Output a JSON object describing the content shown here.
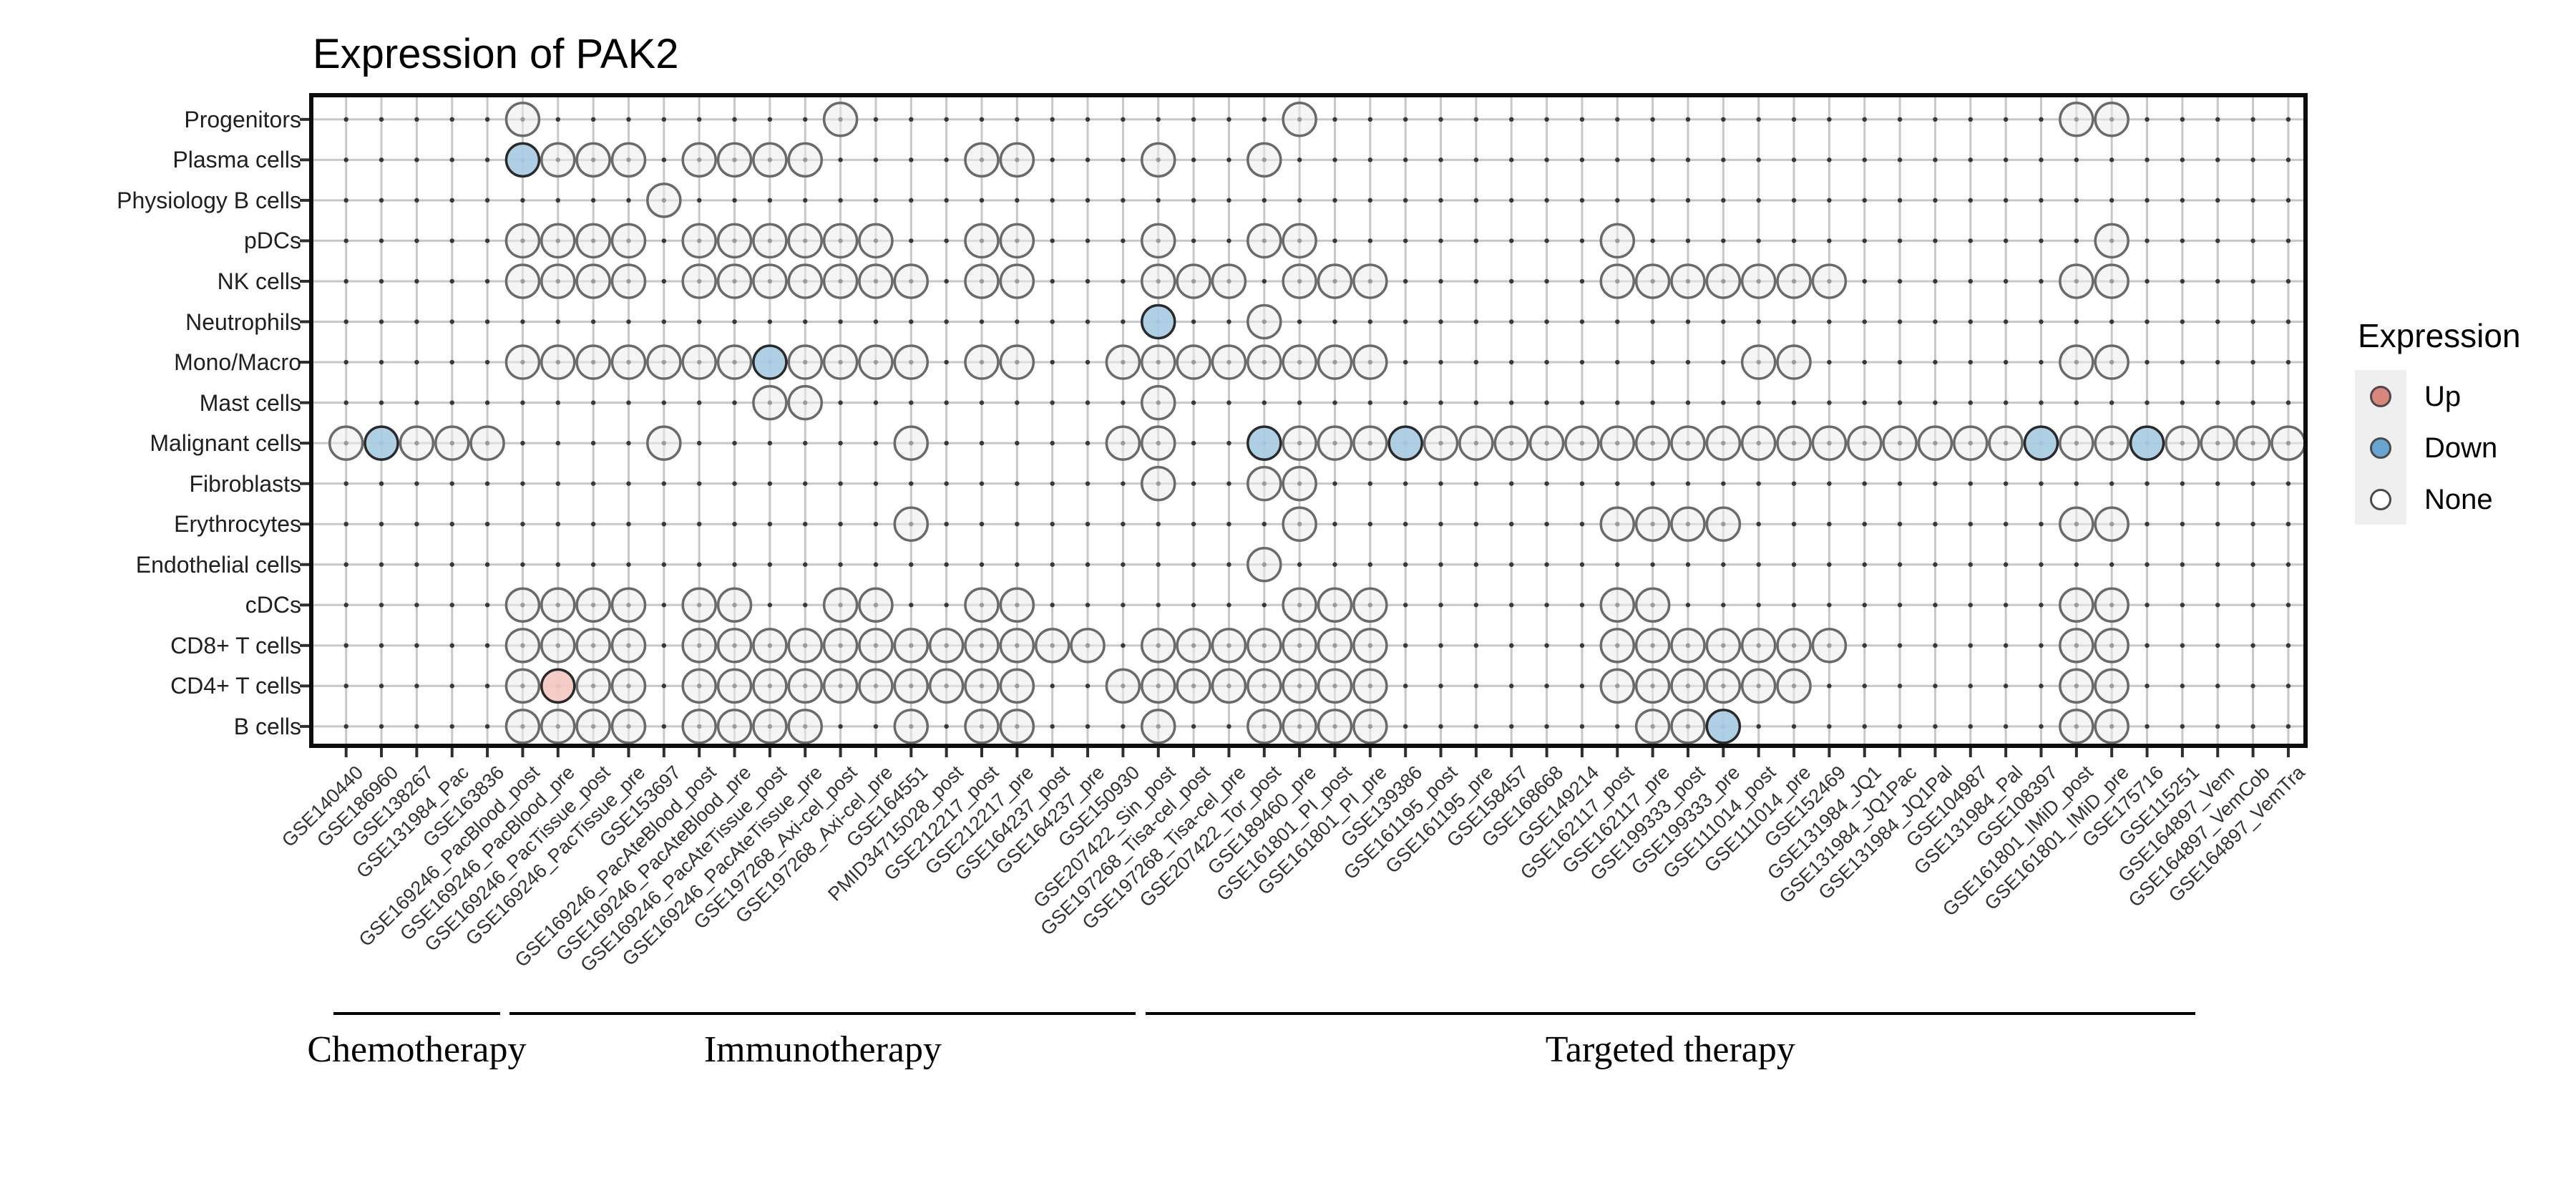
{
  "title": "Expression of PAK2",
  "legend": {
    "title": "Expression",
    "items": [
      {
        "label": "Up",
        "fill": "#d9867d"
      },
      {
        "label": "Down",
        "fill": "#68a5d1"
      },
      {
        "label": "None",
        "fill": "#ffffff"
      }
    ]
  },
  "colors": {
    "plot_up_fill": "#f5c9c3",
    "plot_down_fill": "#abcde3",
    "plot_none_fill": "#ededed",
    "open_stroke": "#6a6a6a",
    "flagged_stroke": "#2a2a2a",
    "grid_line": "#c8c8c8",
    "grid_dot": "#383838",
    "axis_border": "#0d0d0d",
    "tick": "#2f2f2f"
  },
  "chart_data": {
    "type": "dot-matrix",
    "title": "Expression of PAK2",
    "legend_position": "right",
    "x_label_rotation": -45,
    "cols": [
      "GSE140440",
      "GSE186960",
      "GSE138267",
      "GSE131984_Pac",
      "GSE163836",
      "GSE169246_PacBlood_post",
      "GSE169246_PacBlood_pre",
      "GSE169246_PacTissue_post",
      "GSE169246_PacTissue_pre",
      "GSE153697",
      "GSE169246_PacAteBlood_post",
      "GSE169246_PacAteBlood_pre",
      "GSE169246_PacAteTissue_post",
      "GSE169246_PacAteTissue_pre",
      "GSE197268_Axi-cel_post",
      "GSE197268_Axi-cel_pre",
      "GSE164551",
      "PMID34715028_post",
      "GSE212217_post",
      "GSE212217_pre",
      "GSE164237_post",
      "GSE164237_pre",
      "GSE150930",
      "GSE207422_Sin_post",
      "GSE197268_Tisa-cel_post",
      "GSE197268_Tisa-cel_pre",
      "GSE207422_Tor_post",
      "GSE189460_pre",
      "GSE161801_PI_post",
      "GSE161801_PI_pre",
      "GSE139386",
      "GSE161195_post",
      "GSE161195_pre",
      "GSE158457",
      "GSE168668",
      "GSE149214",
      "GSE162117_post",
      "GSE162117_pre",
      "GSE199333_post",
      "GSE199333_pre",
      "GSE111014_post",
      "GSE111014_pre",
      "GSE152469",
      "GSE131984_JQ1",
      "GSE131984_JQ1Pac",
      "GSE131984_JQ1Pal",
      "GSE104987",
      "GSE131984_Pal",
      "GSE108397",
      "GSE161801_IMiD_post",
      "GSE161801_IMiD_pre",
      "GSE175716",
      "GSE115251",
      "GSE164897_Vem",
      "GSE164897_VemCob",
      "GSE164897_VemTra"
    ],
    "groups": [
      {
        "label": "Chemotherapy",
        "start": 1,
        "end": 5
      },
      {
        "label": "Immunotherapy",
        "start": 6,
        "end": 23
      },
      {
        "label": "Targeted therapy",
        "start": 24,
        "end": 53
      }
    ],
    "rows": [
      {
        "label": "Progenitors",
        "up": [],
        "down": [],
        "none": [
          6,
          15,
          28,
          50,
          51
        ]
      },
      {
        "label": "Plasma cells",
        "up": [],
        "down": [
          6
        ],
        "none": [
          7,
          8,
          9,
          11,
          12,
          13,
          14,
          19,
          20,
          24,
          27
        ]
      },
      {
        "label": "Physiology B cells",
        "up": [],
        "down": [],
        "none": [
          10
        ]
      },
      {
        "label": "pDCs",
        "up": [],
        "down": [],
        "none": [
          6,
          7,
          8,
          9,
          11,
          12,
          13,
          14,
          15,
          16,
          19,
          20,
          24,
          27,
          28,
          37,
          51
        ]
      },
      {
        "label": "NK cells",
        "up": [],
        "down": [],
        "none": [
          6,
          7,
          8,
          9,
          11,
          12,
          13,
          14,
          15,
          16,
          17,
          19,
          20,
          24,
          25,
          26,
          28,
          29,
          30,
          37,
          38,
          39,
          40,
          41,
          42,
          43,
          50,
          51
        ]
      },
      {
        "label": "Neutrophils",
        "up": [],
        "down": [
          24
        ],
        "none": [
          27
        ]
      },
      {
        "label": "Mono/Macro",
        "up": [],
        "down": [
          13
        ],
        "none": [
          6,
          7,
          8,
          9,
          10,
          11,
          12,
          14,
          15,
          16,
          17,
          19,
          20,
          23,
          24,
          25,
          26,
          27,
          28,
          29,
          30,
          41,
          42,
          50,
          51
        ]
      },
      {
        "label": "Mast cells",
        "up": [],
        "down": [],
        "none": [
          13,
          14,
          24
        ]
      },
      {
        "label": "Malignant cells",
        "up": [],
        "down": [
          2,
          27,
          31,
          49,
          52
        ],
        "none": [
          1,
          3,
          4,
          5,
          10,
          17,
          23,
          24,
          28,
          29,
          30,
          32,
          33,
          34,
          35,
          36,
          37,
          38,
          39,
          40,
          41,
          42,
          43,
          44,
          45,
          46,
          47,
          48,
          50,
          51,
          53,
          54,
          55,
          56
        ]
      },
      {
        "label": "Fibroblasts",
        "up": [],
        "down": [],
        "none": [
          24,
          27,
          28
        ]
      },
      {
        "label": "Erythrocytes",
        "up": [],
        "down": [],
        "none": [
          17,
          28,
          37,
          38,
          39,
          40,
          50,
          51
        ]
      },
      {
        "label": "Endothelial cells",
        "up": [],
        "down": [],
        "none": [
          27
        ]
      },
      {
        "label": "cDCs",
        "up": [],
        "down": [],
        "none": [
          6,
          7,
          8,
          9,
          11,
          12,
          15,
          16,
          19,
          20,
          28,
          29,
          30,
          37,
          38,
          50,
          51
        ]
      },
      {
        "label": "CD8+ T cells",
        "up": [],
        "down": [],
        "none": [
          6,
          7,
          8,
          9,
          11,
          12,
          13,
          14,
          15,
          16,
          17,
          18,
          19,
          20,
          21,
          22,
          24,
          25,
          26,
          27,
          28,
          29,
          30,
          37,
          38,
          39,
          40,
          41,
          42,
          43,
          50,
          51
        ]
      },
      {
        "label": "CD4+ T cells",
        "up": [
          7
        ],
        "down": [],
        "none": [
          6,
          8,
          9,
          11,
          12,
          13,
          14,
          15,
          16,
          17,
          18,
          19,
          20,
          23,
          24,
          25,
          26,
          27,
          28,
          29,
          30,
          37,
          38,
          39,
          40,
          41,
          42,
          50,
          51
        ]
      },
      {
        "label": "B cells",
        "up": [],
        "down": [
          40
        ],
        "none": [
          6,
          7,
          8,
          9,
          11,
          12,
          13,
          14,
          17,
          19,
          20,
          24,
          27,
          28,
          29,
          30,
          38,
          39,
          50,
          51
        ]
      }
    ],
    "legend": {
      "title": "Expression",
      "items": [
        "Up",
        "Down",
        "None"
      ]
    }
  }
}
